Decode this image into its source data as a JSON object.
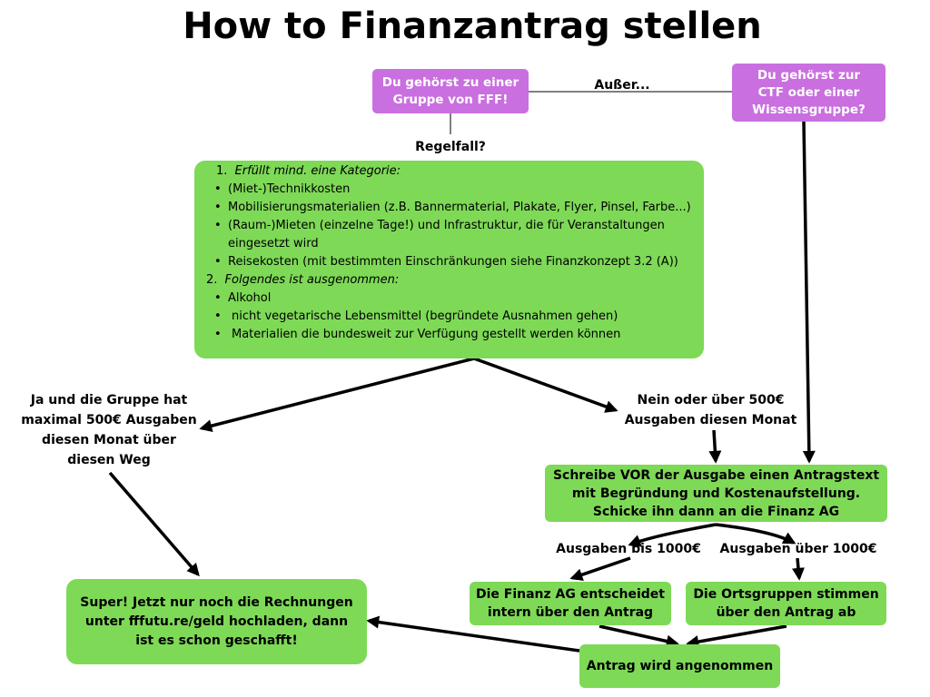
{
  "title": "How to Finanzantrag stellen",
  "colors": {
    "purple": "#c96fe0",
    "green": "#7ed957",
    "arrow": "#000000"
  },
  "start_fff": "Du gehörst zu einer Gruppe von FFF!",
  "start_ctf": "Du gehörst zur CTF oder einer Wissensgruppe?",
  "label_ausser": "Außer...",
  "label_regelfall": "Regelfall?",
  "criteria": {
    "heading1_num": "1.",
    "heading1": "Erfüllt mind. eine Kategorie:",
    "items1": [
      "(Miet-)Technikkosten",
      "Mobilisierungsmaterialien (z.B. Bannermaterial, Plakate, Flyer, Pinsel, Farbe...)",
      "(Raum-)Mieten (einzelne Tage!) und Infrastruktur, die für Veranstaltungen",
      "eingesetzt wird",
      "Reisekosten (mit bestimmten Einschränkungen siehe Finanzkonzept 3.2 (A))"
    ],
    "heading2_num": "2.",
    "heading2": "Folgendes ist ausgenommen:",
    "items2": [
      "Alkohol",
      "nicht vegetarische Lebensmittel (begründete Ausnahmen gehen)",
      "Materialien die bundesweit zur Verfügung gestellt werden können"
    ],
    "bullet": "•"
  },
  "left_label": [
    "Ja und die Gruppe hat",
    "maximal 500€ Ausgaben",
    "diesen Monat über",
    "diesen Weg"
  ],
  "right_label": [
    "Nein oder über 500€",
    "Ausgaben diesen Monat"
  ],
  "antrag_box": {
    "line1_pre": "Schreibe ",
    "line1_bold": "VOR",
    "line1_post": " der Ausgabe einen Antragstext",
    "line2": "mit Begründung und Kostenaufstellung.",
    "line3": "Schicke ihn dann an die Finanz AG"
  },
  "label_bis": "Ausgaben bis 1000€",
  "label_ueber": "Ausgaben über 1000€",
  "finanz_ag": [
    "Die Finanz AG entscheidet",
    "intern über den Antrag"
  ],
  "ortsgruppen": [
    "Die Ortsgruppen stimmen",
    "über den Antrag ab"
  ],
  "angenommen": "Antrag wird angenommen",
  "super": [
    "Super! Jetzt nur noch die Rechnungen",
    "unter fffutu.re/geld hochladen, dann",
    "ist es schon geschafft!"
  ]
}
